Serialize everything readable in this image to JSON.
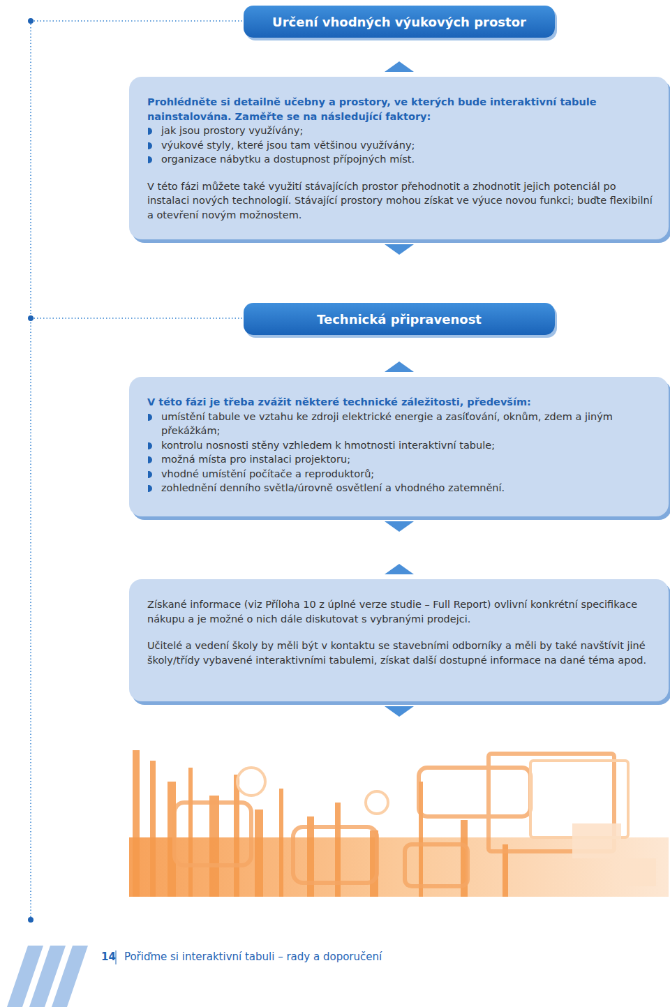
{
  "diagram": {
    "nodes": [
      {
        "text": [
          "Určení vhodných výukových prostor"
        ]
      },
      {
        "text": [
          "Prohlédněte si detailně učebny a prostory, ve kterých bude interaktivní tabule nainstalována. Zaměřte se na následující faktory:",
          "jak jsou prostory využívány;",
          "výukové styly, které jsou tam většinou využívány;",
          "organizace nábytku a dostupnost přípojných míst.",
          "V této fázi můžete také využití stávajících prostor přehodnotit a zhodnotit jejich potenciál po instalaci nových technologií. Stávající prostory mohou získat ve výuce novou funkci; buďte flexibilní a otevření novým možnostem."
        ]
      },
      {
        "text": [
          "Technická připravenost"
        ]
      },
      {
        "text": [
          "V této fázi je třeba zvážit některé technické záležitosti, především:",
          "umístění tabule ve vztahu ke zdroji elektrické energie a zasíťování, oknům, zdem a jiným překážkám;",
          "kontrolu nosnosti stěny vzhledem k hmotnosti interaktivní tabule;",
          "možná místa pro instalaci projektoru;",
          "vhodné umístění počítače a reproduktorů;",
          "zohlednění denního světla/úrovně osvětlení a vhodného zatemnění."
        ]
      },
      {
        "text": [
          "Získané informace (viz Příloha 10 z úplné verze studie – Full Report) ovlivní konkrétní specifikace nákupu a je možné o nich dále diskutovat s vybranými prodejci.",
          "Učitelé a vedení školy by měli být v kontaktu se stavebními odborníky a měli by také navštívit jiné školy/třídy vybavené interaktivními tabulemi, získat další dostupné informace na dané téma apod."
        ]
      }
    ],
    "edges": [
      {
        "from": 1,
        "to": 0,
        "arrow": "to"
      },
      {
        "from": 1,
        "to": 2,
        "arrow": "to"
      },
      {
        "from": 3,
        "to": 2,
        "arrow": "to"
      },
      {
        "from": 3,
        "to": 4,
        "arrow": "to"
      },
      {
        "from": 4,
        "to": 3,
        "arrow": "to"
      }
    ],
    "labels": [
      "14",
      "Pořiďme si interaktivní tabuli – rady a doporučení"
    ]
  }
}
